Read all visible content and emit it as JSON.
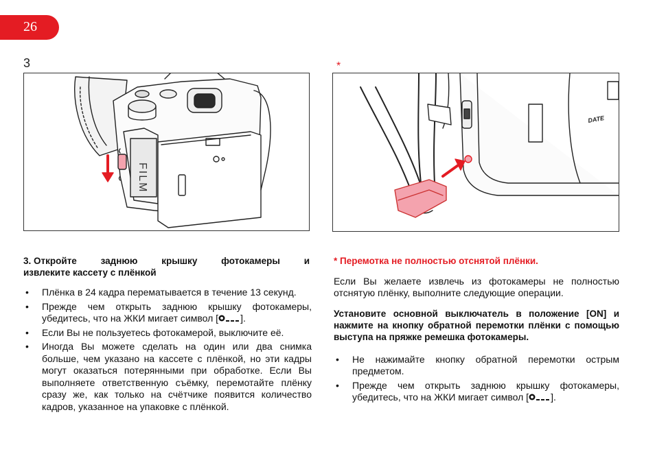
{
  "page": {
    "number": "26",
    "figure_number": "3",
    "asterisk": "*"
  },
  "figure_left": {
    "label": "FILM"
  },
  "figure_right": {
    "label": "DATE"
  },
  "left_column": {
    "step_number": "3.",
    "heading_line1": "Откройте заднюю крышку фотокамеры и",
    "heading_line2": "извлеките кассету с плёнкой",
    "bullet_symbol": "•",
    "bullets": [
      "Плёнка в 24 кадра перематывается в течение 13 секунд.",
      "Прежде чем открыть заднюю крышку фотокамеры, убедитесь, что на ЖКИ мигает символ [",
      "Если Вы не пользуетесь фотокамерой, выключите её.",
      "Иногда Вы можете сделать на один или два снимка больше, чем указано на кассете с плёнкой, но эти кадры могут оказаться потерянными при обработке. Если Вы выполняете ответственную съёмку, перемотайте плёнку сразу же, как только на счётчике появится количество кадров, указанное на упаковке с плёнкой."
    ],
    "bullet2_suffix": "]."
  },
  "right_column": {
    "asterisk_heading": "* Перемотка не полностью отснятой плёнки.",
    "intro": "Если Вы желаете извлечь из фотокамеры не полностью отснятую плёнку, выполните следующие операции.",
    "instruction": "Установите основной выключатель в положение [ON] и нажмите на кнопку обратной перемотки плёнки с помощью выступа на пряжке ремешка фотокамеры.",
    "bullet_symbol": "•",
    "bullets": [
      "Не нажимайте кнопку обратной перемотки острым предметом.",
      "Прежде чем открыть заднюю крышку фотокамеры, убедитесь, что на ЖКИ мигает символ ["
    ],
    "bullet2_suffix": "]."
  },
  "colors": {
    "accent_red": "#e41c23",
    "highlight_pink": "#f4a3ae",
    "text": "#111111",
    "line_art": "#222222"
  },
  "icons": [
    "film-cassette-lcd-icon",
    "camera-back-illustration",
    "strap-buckle-illustration"
  ]
}
